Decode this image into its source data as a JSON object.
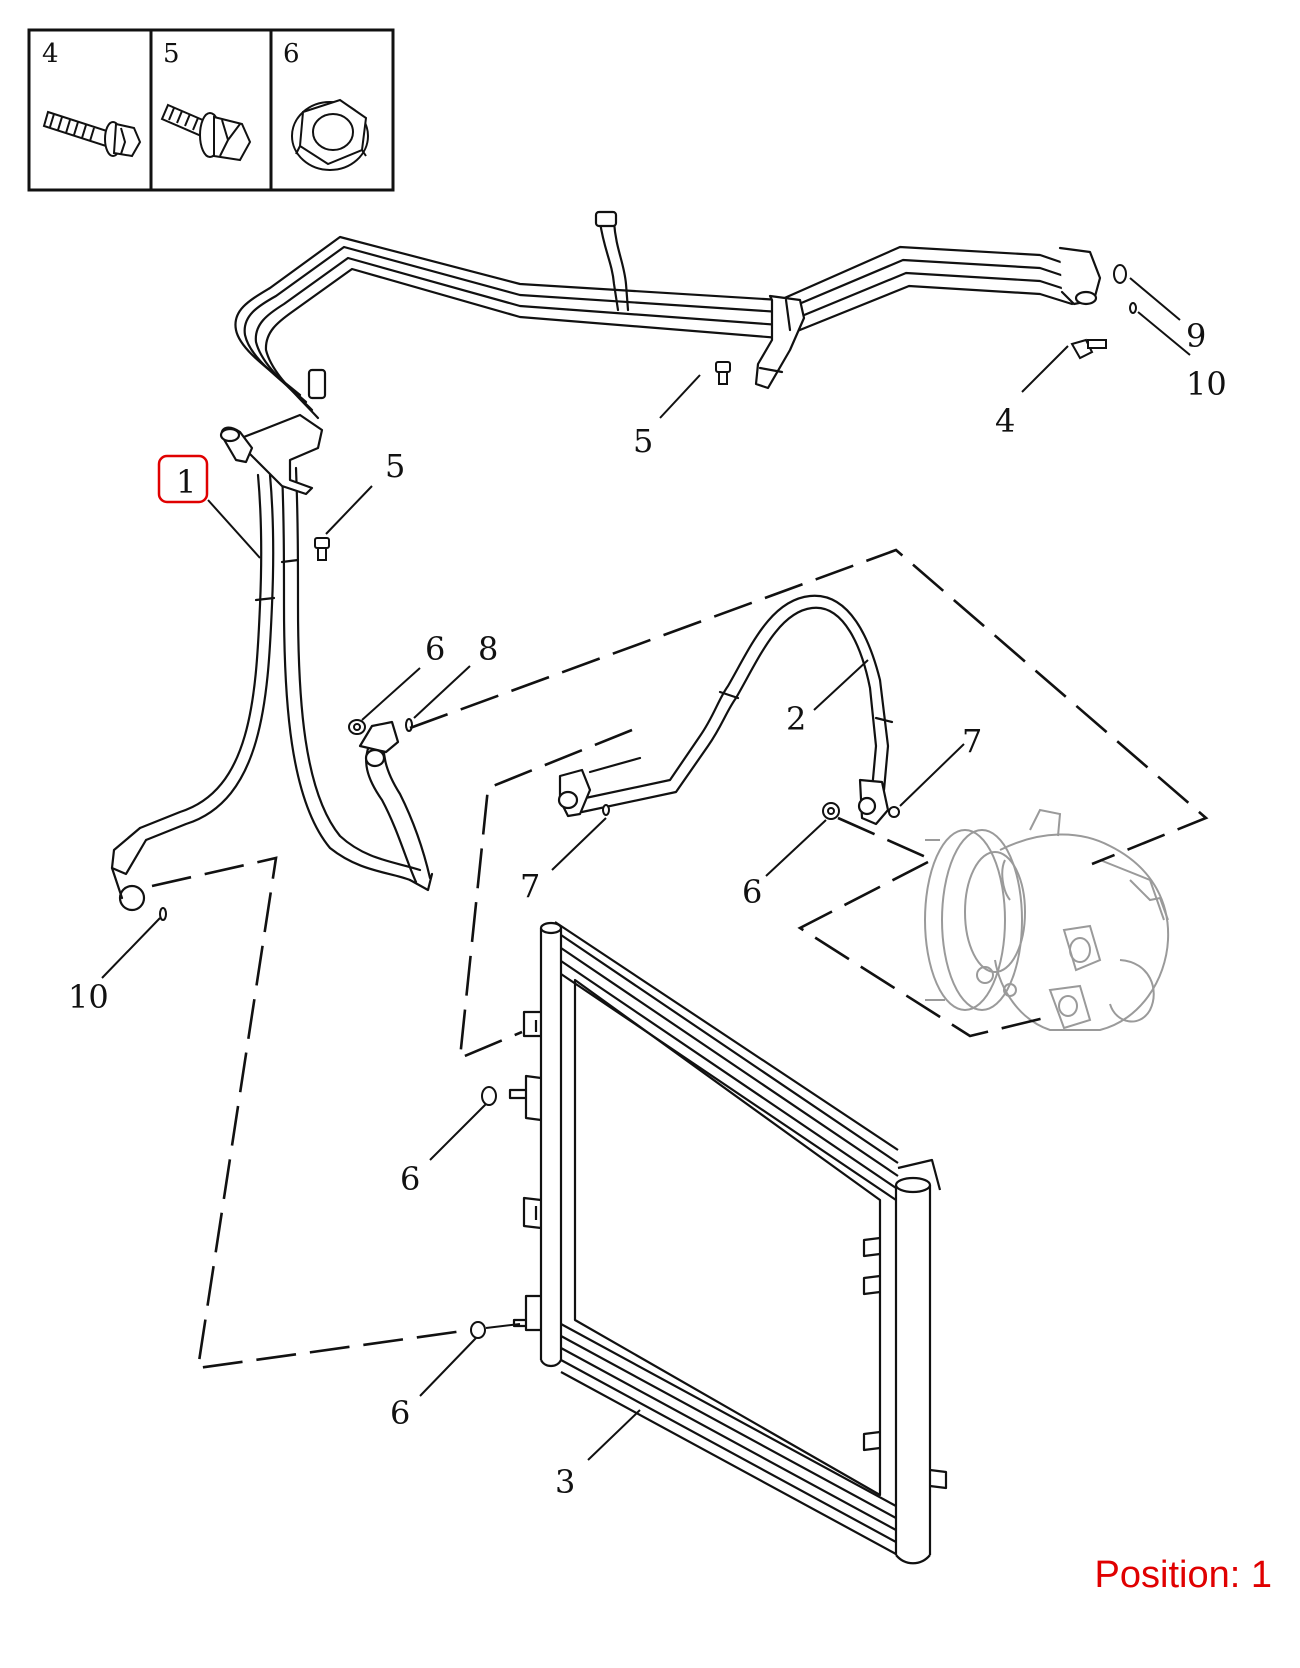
{
  "legend_box": {
    "cells": [
      {
        "number": "4",
        "icon": "flange-bolt-icon"
      },
      {
        "number": "5",
        "icon": "washer-bolt-icon"
      },
      {
        "number": "6",
        "icon": "flange-nut-icon"
      }
    ]
  },
  "callouts": {
    "c1": "1",
    "c2": "2",
    "c3": "3",
    "c4": "4",
    "c5a": "5",
    "c5b": "5",
    "c6a": "6",
    "c6b": "6",
    "c6c": "6",
    "c6d": "6",
    "c7a": "7",
    "c7b": "7",
    "c8": "8",
    "c9": "9",
    "c10a": "10",
    "c10b": "10"
  },
  "position_label": "Position: 1",
  "colors": {
    "highlight": "#e00000",
    "line": "#111111",
    "ghost": "#9a9a9a"
  }
}
